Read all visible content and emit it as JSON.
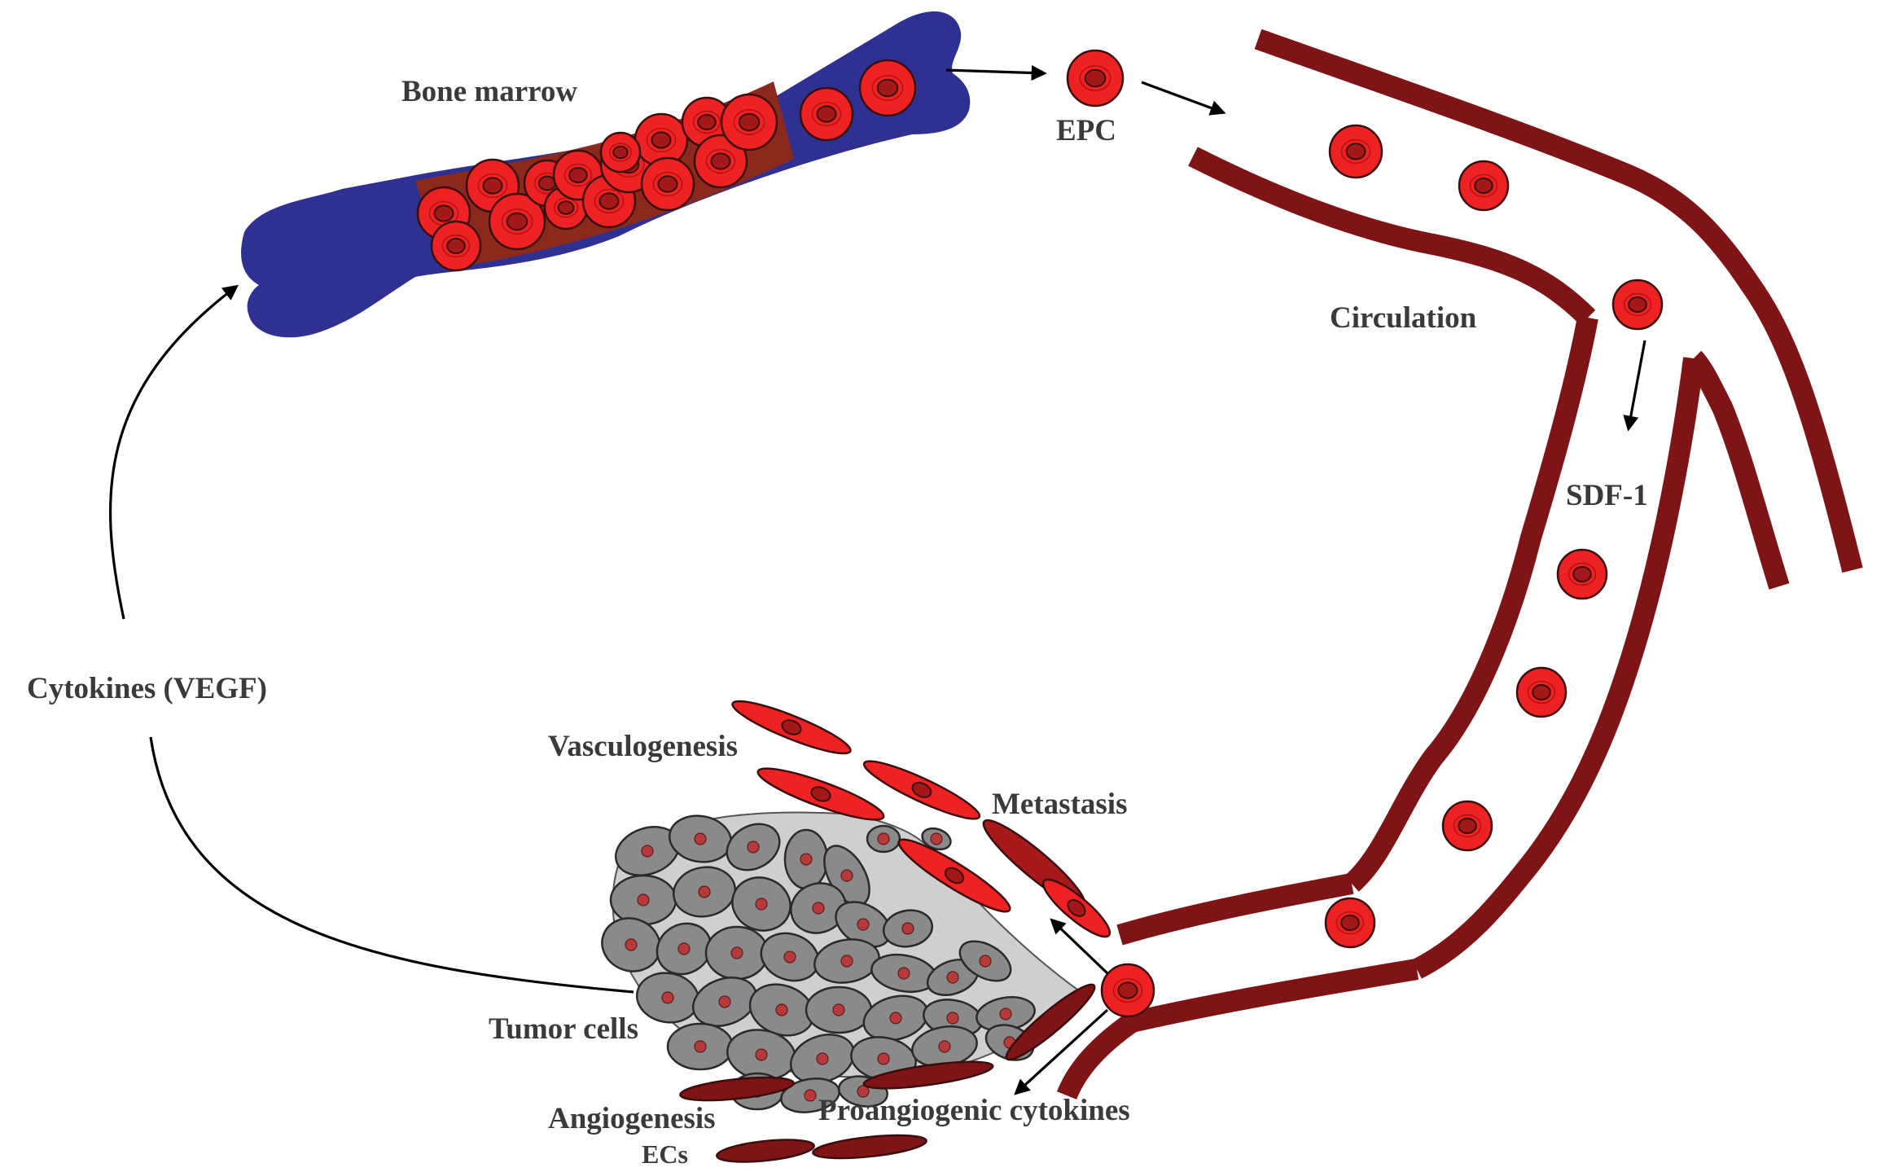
{
  "labels": {
    "bone_marrow": "Bone marrow",
    "epc": "EPC",
    "circulation": "Circulation",
    "sdf1": "SDF-1",
    "cytokines": "Cytokines (VEGF)",
    "vasculogenesis": "Vasculogenesis",
    "metastasis": "Metastasis",
    "tumor_cells": "Tumor cells",
    "angiogenesis": "Angiogenesis",
    "ecs": "ECs",
    "proangiogenic": "Proangiogenic cytokines"
  },
  "colors": {
    "bone": "#2e3192",
    "marrow": "#8b2a1c",
    "vessel": "#7f1416",
    "cell_fill": "#ee2222",
    "cell_nucleus": "#a31919",
    "tumor_fill": "#8a8a8a",
    "tumor_nucleus": "#b63a3a",
    "tumor_matrix": "#cfcfcf",
    "arrow": "#000000",
    "text": "#3a3a3a"
  }
}
